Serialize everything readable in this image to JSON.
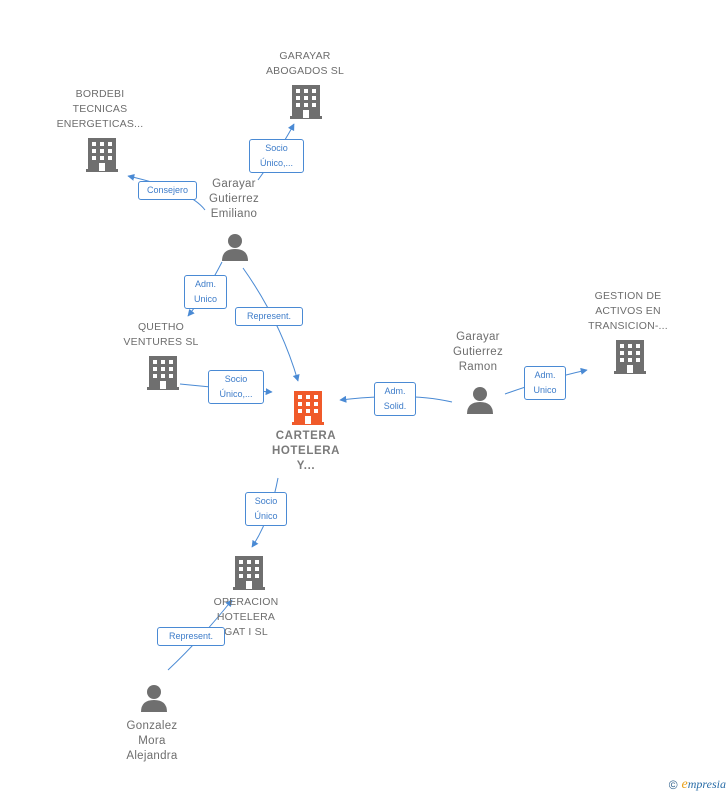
{
  "nodes": {
    "garayar_abogados": {
      "label": "GARAYAR\nABOGADOS SL",
      "type": "company"
    },
    "bordebi": {
      "label": "BORDEBI\nTECNICAS\nENERGETICAS...",
      "type": "company"
    },
    "garayar_emiliano": {
      "label": "Garayar\nGutierrez\nEmiliano",
      "type": "person"
    },
    "quetho": {
      "label": "QUETHO\nVENTURES SL",
      "type": "company"
    },
    "cartera": {
      "label": "CARTERA\nHOTELERA\nY...",
      "type": "focus"
    },
    "garayar_ramon": {
      "label": "Garayar\nGutierrez\nRamon",
      "type": "person"
    },
    "gestion": {
      "label": "GESTION DE\nACTIVOS EN\nTRANSICION-...",
      "type": "company"
    },
    "operacion": {
      "label": "OPERACION\nHOTELERA\nGAT I SL",
      "type": "company"
    },
    "gonzalez": {
      "label": "Gonzalez\nMora\nAlejandra",
      "type": "person"
    }
  },
  "edges": [
    {
      "id": "e1",
      "label": "Socio\nÚnico,..."
    },
    {
      "id": "e2",
      "label": "Consejero"
    },
    {
      "id": "e3",
      "label": "Adm.\nUnico"
    },
    {
      "id": "e4",
      "label": "Represent."
    },
    {
      "id": "e5",
      "label": "Socio\nÚnico,..."
    },
    {
      "id": "e6",
      "label": "Adm.\nSolid."
    },
    {
      "id": "e7",
      "label": "Adm.\nUnico"
    },
    {
      "id": "e8",
      "label": "Socio\nÚnico"
    },
    {
      "id": "e9",
      "label": "Represent."
    }
  ],
  "colors": {
    "edge": "#4a8ad4",
    "company_icon": "#6f6f6f",
    "focus_icon": "#f05a2a",
    "person_icon": "#6f6f6f"
  },
  "footer": {
    "copyright": "©",
    "brand_initial": "e",
    "brand_rest": "mpresia"
  }
}
